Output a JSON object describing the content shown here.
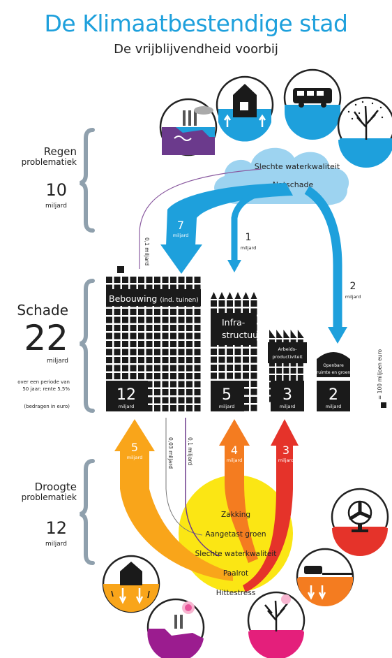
{
  "header": {
    "title": "De Klimaatbestendige stad",
    "subtitle": "De vrijblijvendheid voorbij"
  },
  "regen": {
    "label_line1": "Regen",
    "label_line2": "problematiek",
    "amount": "10",
    "unit": "miljard"
  },
  "schade": {
    "label": "Schade",
    "amount": "22",
    "unit": "miljard",
    "note_line1": "over een periode van",
    "note_line2": "50 jaar; rente 5,5%",
    "note_line3": "(bedragen in euro)"
  },
  "droogte": {
    "label_line1": "Droogte",
    "label_line2": "problematiek",
    "amount": "12",
    "unit": "miljard"
  },
  "cloud": {
    "item1": "Slechte waterkwaliteit",
    "item2": "Natschade"
  },
  "sun": {
    "items": [
      "Zakking",
      "Aangetast groen",
      "Slechte waterkwaliteit",
      "Paalrot",
      "Hittestress"
    ]
  },
  "flows": {
    "rain_thin": "0,1 miljard",
    "rain_bebouwing_value": "7",
    "rain_bebouwing_unit": "miljard",
    "rain_infra_value": "1",
    "rain_infra_unit": "miljard",
    "rain_openbare_value": "2",
    "rain_openbare_unit": "miljard",
    "drought_bebouwing_value": "5",
    "drought_bebouwing_unit": "miljard",
    "drought_thin1": "0,03 miljard",
    "drought_thin2": "0,1 miljard",
    "drought_infra_value": "4",
    "drought_infra_unit": "miljard",
    "drought_arbeid_value": "3",
    "drought_arbeid_unit": "miljard"
  },
  "sectors": {
    "bebouwing": {
      "label": "Bebouwing",
      "sublabel": "(ind. tuinen)",
      "value": "12",
      "unit": "miljard"
    },
    "infra": {
      "label_line1": "Infra-",
      "label_line2": "structuur",
      "value": "5",
      "unit": "miljard"
    },
    "arbeid": {
      "label_line1": "Arbeids-",
      "label_line2": "productiviteit",
      "value": "3",
      "unit": "miljard"
    },
    "openbare": {
      "label_line1": "Openbare",
      "label_line2": "ruimte en groen",
      "value": "2",
      "unit": "miljard"
    }
  },
  "legend": {
    "text": "= 100 miljoen euro"
  },
  "colors": {
    "blue": "#1ea0dc",
    "cloud": "#9dd3f0",
    "orange": "#f47c20",
    "amber": "#f9a51a",
    "red": "#e5332a",
    "yellow": "#fbe614",
    "purple": "#6b3a8c",
    "dark": "#1a1a1a"
  }
}
